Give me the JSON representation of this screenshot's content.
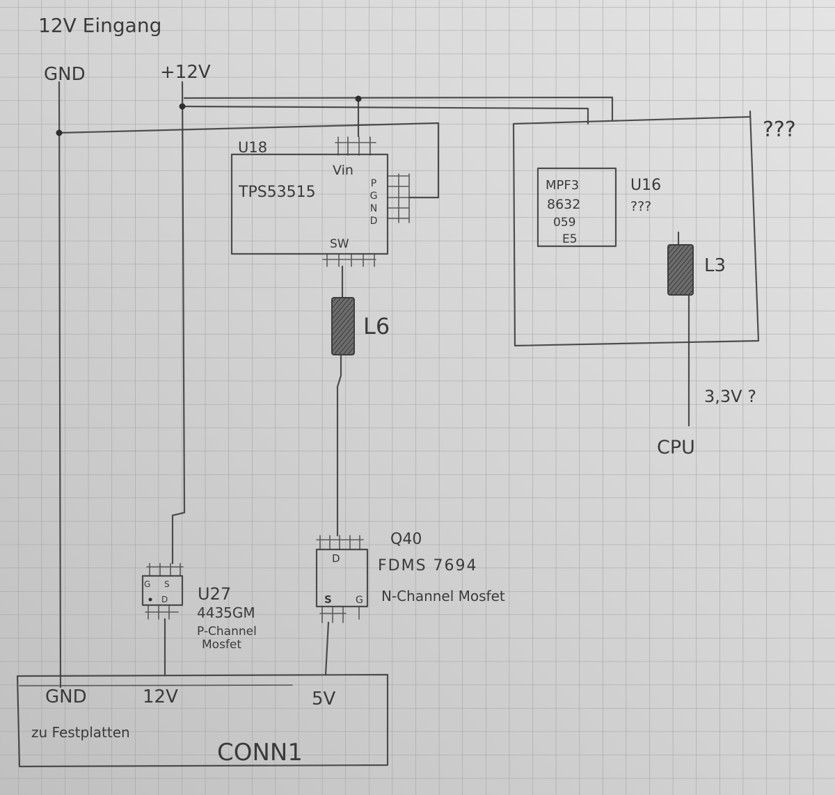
{
  "title": "12V Eingang",
  "input": {
    "gnd": "GND",
    "v12": "+12V"
  },
  "u18": {
    "ref": "U18",
    "part": "TPS53515",
    "pin_vin": "Vin",
    "pin_pgnd": "PGND",
    "pin_sw": "SW"
  },
  "l6": {
    "ref": "L6"
  },
  "q40": {
    "ref": "Q40",
    "part": "FDMS 7694",
    "type": "N-Channel Mosfet",
    "pin_d": "D",
    "pin_s": "S",
    "pin_g": "G"
  },
  "u27": {
    "ref": "U27",
    "part": "4435GM",
    "type_line1": "P-Channel",
    "type_line2": "Mosfet",
    "pin_g": "G",
    "pin_s": "S",
    "pin_d": "D"
  },
  "u16": {
    "ref": "U16",
    "marking": [
      "MPF3",
      "8632",
      "059",
      "E5"
    ],
    "part": "???"
  },
  "l3": {
    "ref": "L3"
  },
  "unknown_block": {
    "note": "???"
  },
  "cpu": {
    "rail": "3,3V ?",
    "label": "CPU"
  },
  "conn1": {
    "ref": "CONN1",
    "pin_gnd": "GND",
    "pin_12v": "12V",
    "pin_5v": "5V",
    "note": "zu Festplatten"
  },
  "colors": {
    "paper": "#d4d4d4",
    "grid": "#a0a0a0",
    "pencil": "#3d3d3d"
  }
}
